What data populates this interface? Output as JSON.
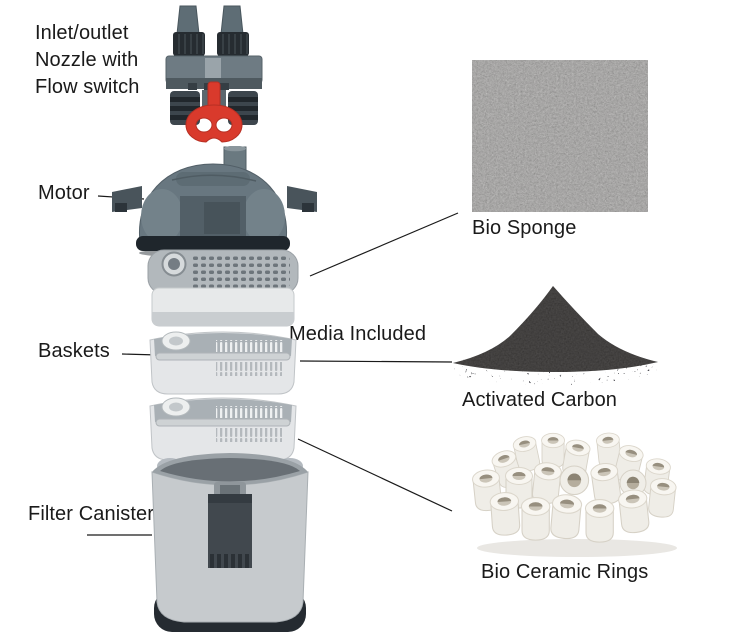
{
  "diagram": {
    "background": "#ffffff"
  },
  "labels": {
    "nozzle_line1": "Inlet/outlet",
    "nozzle_line2": "Nozzle with",
    "nozzle_line3": "Flow switch",
    "motor": "Motor",
    "baskets": "Baskets",
    "filter_canister": "Filter Canister",
    "media_included": "Media Included",
    "bio_sponge": "Bio Sponge",
    "activated_carbon": "Activated Carbon",
    "bio_ceramic_rings": "Bio Ceramic Rings"
  },
  "colors": {
    "text": "#1a1a1a",
    "connector_line": "#1a1a1a",
    "flow_switch_clip_red": "#d93a2c",
    "pipe_gray": "#5e6d75",
    "motor_body_gray": "#687780",
    "basket_lid_gray": "#b2b8bc",
    "basket_body_white": "#e6e8ea",
    "canister_body_gray": "#c6cacd",
    "canister_base_dark": "#252b31",
    "bracket_panel_dark": "#41484e",
    "sponge_dark": "#3a3734",
    "carbon_black": "#161412",
    "ceramic_white": "#f0eee8"
  }
}
